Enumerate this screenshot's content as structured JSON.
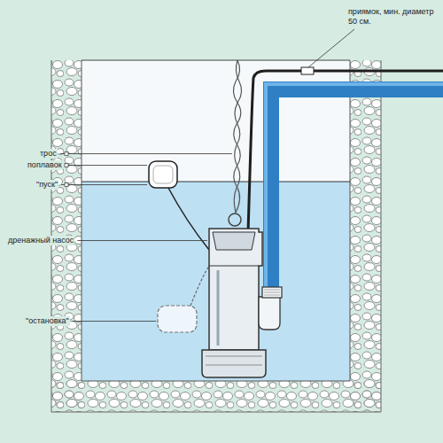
{
  "diagram": {
    "labels": [
      "приямок, мин. диаметр 50 см.",
      "трос",
      "поплавок",
      "\"пуск\"",
      "дренажный насос",
      "\"остановка\""
    ]
  }
}
